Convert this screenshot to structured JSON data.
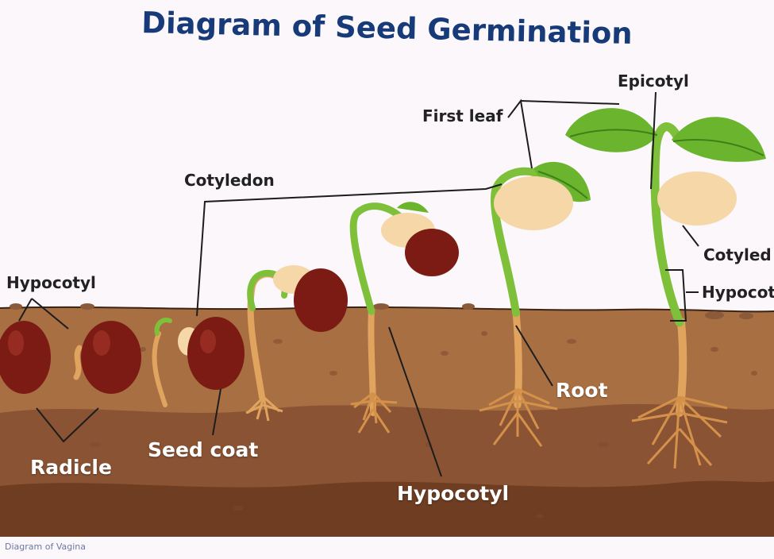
{
  "title": "Diagram of Seed Germination",
  "footer": "Diagram of Vagina",
  "labels": {
    "hypocotyl_left": "Hypocotyl",
    "cotyledon_top": "Cotyledon",
    "first_leaf": "First leaf",
    "epicotyl": "Epicotyl",
    "cotyledon_right": "Cotyled",
    "hypocotyl_right": "Hypocot",
    "radicle": "Radicle",
    "seed_coat": "Seed coat",
    "hypocotyl_bottom": "Hypocotyl",
    "root": "Root"
  },
  "colors": {
    "background": "#fbf7fb",
    "title": "#173a78",
    "soil_top": "#a86f43",
    "soil_mid": "#8a5333",
    "soil_deep": "#6e3d22",
    "seed_coat": "#7c1a14",
    "cotyledon": "#f5d7a8",
    "stem": "#7fc03a",
    "leaf": "#6bb52e",
    "root": "#e0a45f"
  }
}
